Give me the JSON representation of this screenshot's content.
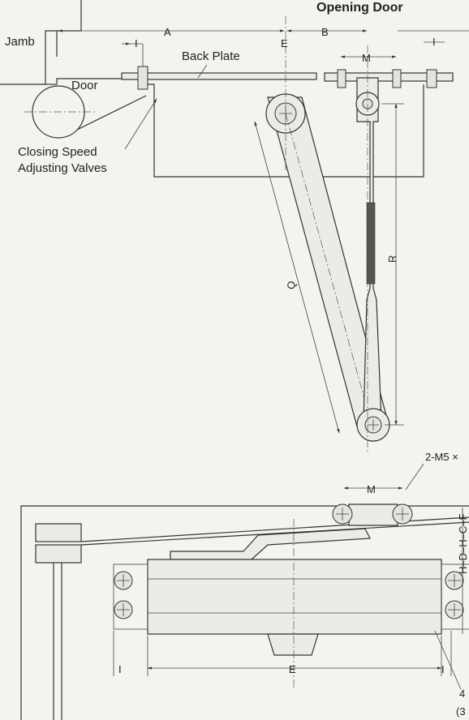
{
  "top_view": {
    "title": "Opening Door",
    "jamb_label": "Jamb",
    "door_label": "Door",
    "back_plate_label": "Back Plate",
    "valves_label_line1": "Closing Speed",
    "valves_label_line2": "Adjusting Valves",
    "dims": {
      "A": "A",
      "B": "B",
      "E": "E",
      "M": "M",
      "I_left": "I",
      "I_right": "I",
      "Q": "Q",
      "R": "R"
    }
  },
  "bottom_view": {
    "screw_note": "2-M5 ×",
    "dims": {
      "M": "M",
      "E": "E",
      "I_left": "I",
      "I_right": "I",
      "stack": "H–D–H–C–F"
    },
    "note_4": "4",
    "note_paren": "(3"
  },
  "colors": {
    "paper": "#f4f3ef",
    "ink": "#333333"
  }
}
